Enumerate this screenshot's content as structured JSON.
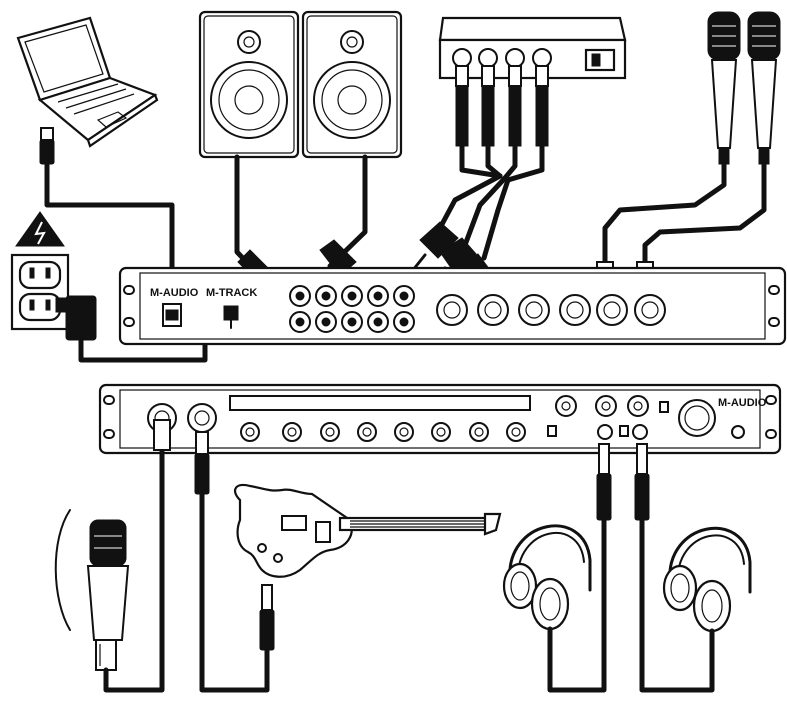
{
  "labels": {
    "brand_back": "M-AUDIO",
    "model_back": "M-TRACK",
    "brand_front": "M-AUDIO"
  },
  "icons": [
    "laptop-icon",
    "usb-plug-icon",
    "power-outlet-icon",
    "power-adapter-icon",
    "electrical-warning-icon",
    "studio-monitor-icon",
    "external-processor-icon",
    "microphone-icon",
    "condenser-microphone-icon",
    "electric-guitar-icon",
    "headphones-icon"
  ],
  "colors": {
    "ink": "#111111",
    "paper": "#ffffff"
  }
}
